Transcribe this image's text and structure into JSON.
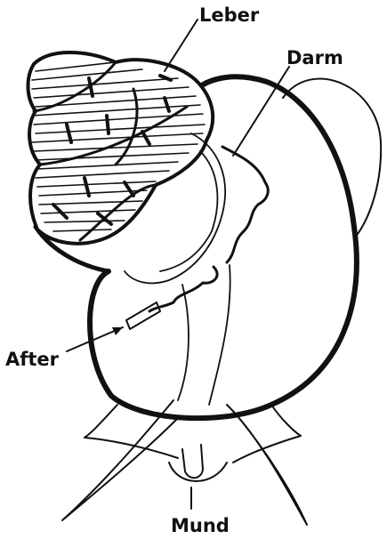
{
  "labels": {
    "leber": "Leber",
    "darm": "Darm",
    "after": "After",
    "mund": "Mund"
  },
  "colors": {
    "ink": "#111111",
    "paper": "#ffffff"
  }
}
